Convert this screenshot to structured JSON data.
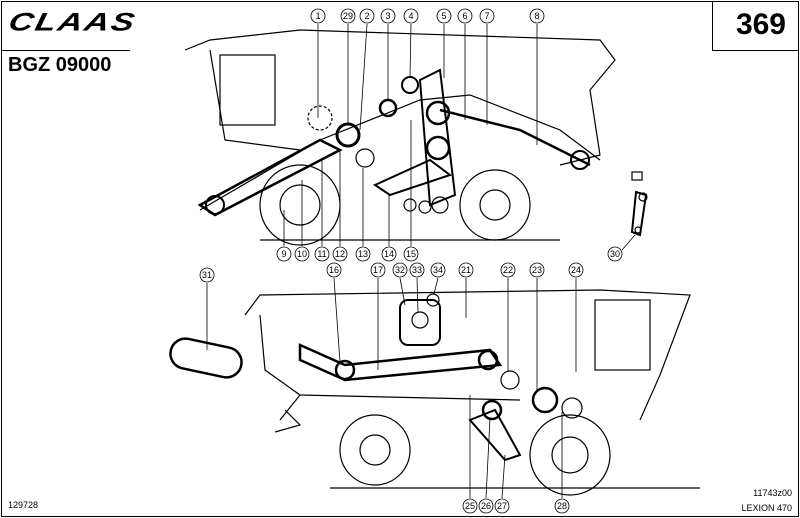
{
  "header": {
    "brand": "CLAAS",
    "group_code": "BGZ 09000",
    "page_number": "369"
  },
  "footer": {
    "figure_no": "129728",
    "drawing_no": "11743z00",
    "model": "LEXION 470"
  },
  "callouts_top": [
    "1",
    "29",
    "2",
    "3",
    "4",
    "5",
    "6",
    "7",
    "8"
  ],
  "callouts_mid": [
    "9",
    "10",
    "11",
    "12",
    "13",
    "14",
    "15",
    "30"
  ],
  "callouts_lower_top": [
    "31",
    "16",
    "17",
    "32",
    "33",
    "34",
    "21",
    "22",
    "23",
    "24"
  ],
  "callouts_bottom": [
    "25",
    "26",
    "27",
    "28"
  ]
}
